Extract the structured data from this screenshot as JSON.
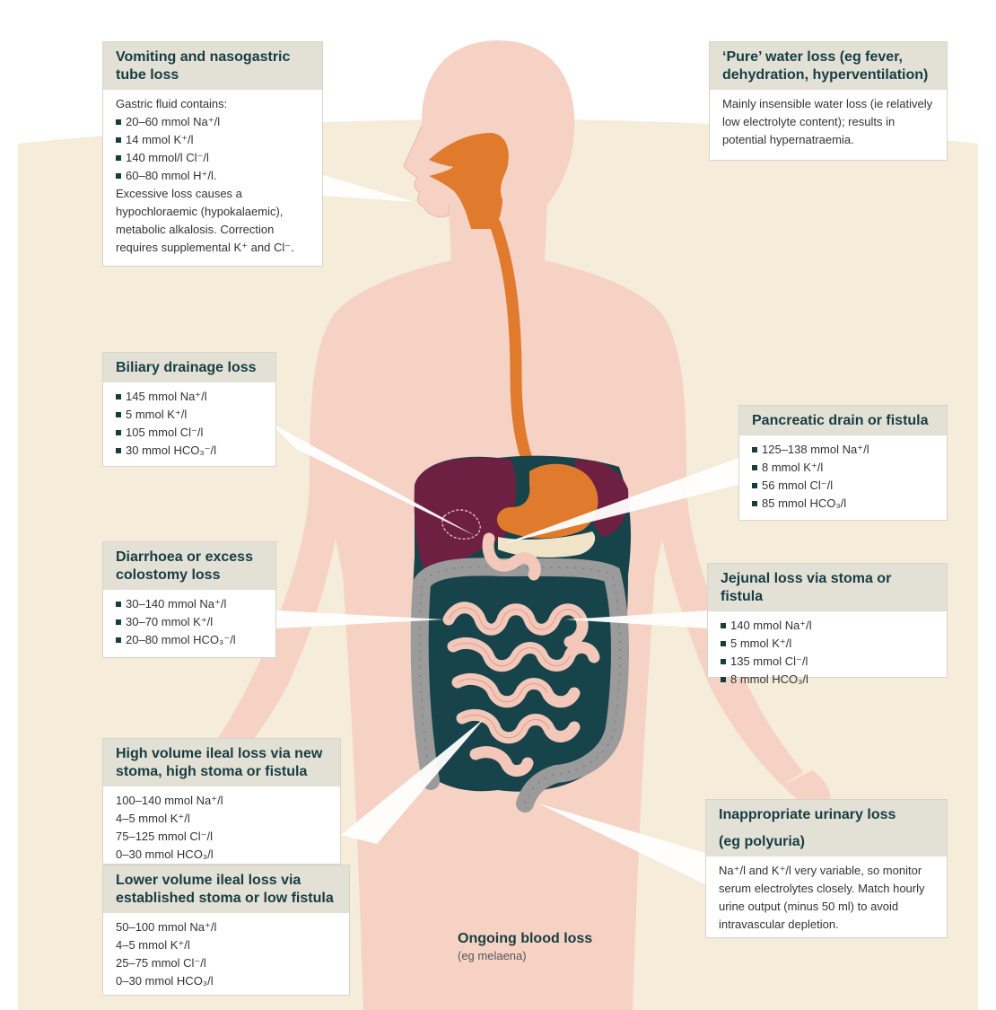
{
  "colors": {
    "background_arc": "#f5ecd9",
    "body": "#f6d2c4",
    "esophagus": "#e07a2d",
    "liver": "#6e2043",
    "intestine_shadow": "#17434a",
    "small_intestine": "#f3c7b9",
    "colon": "#9b9b9b",
    "header_bg": "#e3e0d6",
    "header_text": "#173d42"
  },
  "boxes": {
    "vomiting": {
      "title": [
        "Vomiting and nasogastric",
        "tube loss"
      ],
      "intro": "Gastric fluid contains:",
      "items": [
        "20–60 mmol Na⁺/l",
        "14 mmol K⁺/l",
        "140 mmol/l Cl⁻/l",
        "60–80 mmol H⁺/l."
      ],
      "note": "Excessive loss causes a hypochloraemic (hypokalaemic), metabolic alkalosis. Correction requires supplemental K⁺ and Cl⁻."
    },
    "water": {
      "title": [
        "‘Pure’ water loss (eg fever,",
        "dehydration, hyperventilation)"
      ],
      "note": "Mainly insensible water loss (ie relatively low electrolyte content); results in potential hypernatraemia."
    },
    "biliary": {
      "title": [
        "Biliary drainage loss"
      ],
      "items": [
        "145 mmol Na⁺/l",
        "5 mmol K⁺/l",
        "105 mmol Cl⁻/l",
        "30 mmol HCO₃⁻/l"
      ]
    },
    "pancreatic": {
      "title": [
        "Pancreatic drain or fistula"
      ],
      "items": [
        "125–138 mmol Na⁺/l",
        "8 mmol K⁺/l",
        "56 mmol Cl⁻/l",
        "85 mmol HCO₃/l"
      ]
    },
    "diarrhoea": {
      "title": [
        "Diarrhoea or excess",
        "colostomy loss"
      ],
      "items": [
        "30–140 mmol Na⁺/l",
        "30–70 mmol K⁺/l",
        "20–80 mmol HCO₃⁻/l"
      ]
    },
    "jejunal": {
      "title": [
        "Jejunal loss via stoma or fistula"
      ],
      "items": [
        "140 mmol Na⁺/l",
        "5 mmol K⁺/l",
        "135 mmol Cl⁻/l",
        "8 mmol HCO₃/l"
      ]
    },
    "high_ileal": {
      "title": [
        "High volume ileal loss via new",
        "stoma, high stoma or fistula"
      ],
      "items": [
        "100–140 mmol Na⁺/l",
        "4–5 mmol K⁺/l",
        "75–125 mmol Cl⁻/l",
        "0–30 mmol HCO₃/l"
      ]
    },
    "low_ileal": {
      "title": [
        "Lower volume ileal loss via",
        "established stoma or low fistula"
      ],
      "items": [
        "50–100 mmol Na⁺/l",
        "4–5 mmol K⁺/l",
        "25–75 mmol Cl⁻/l",
        "0–30 mmol HCO₃/l"
      ]
    },
    "urinary": {
      "title": [
        "Inappropriate urinary loss",
        "(eg polyuria)"
      ],
      "note": "Na⁺/l and K⁺/l very variable, so monitor serum electrolytes closely. Match hourly urine output (minus 50 ml) to avoid intravascular depletion."
    }
  },
  "blood": {
    "title": "Ongoing blood loss",
    "subtitle": "(eg melaena)"
  }
}
